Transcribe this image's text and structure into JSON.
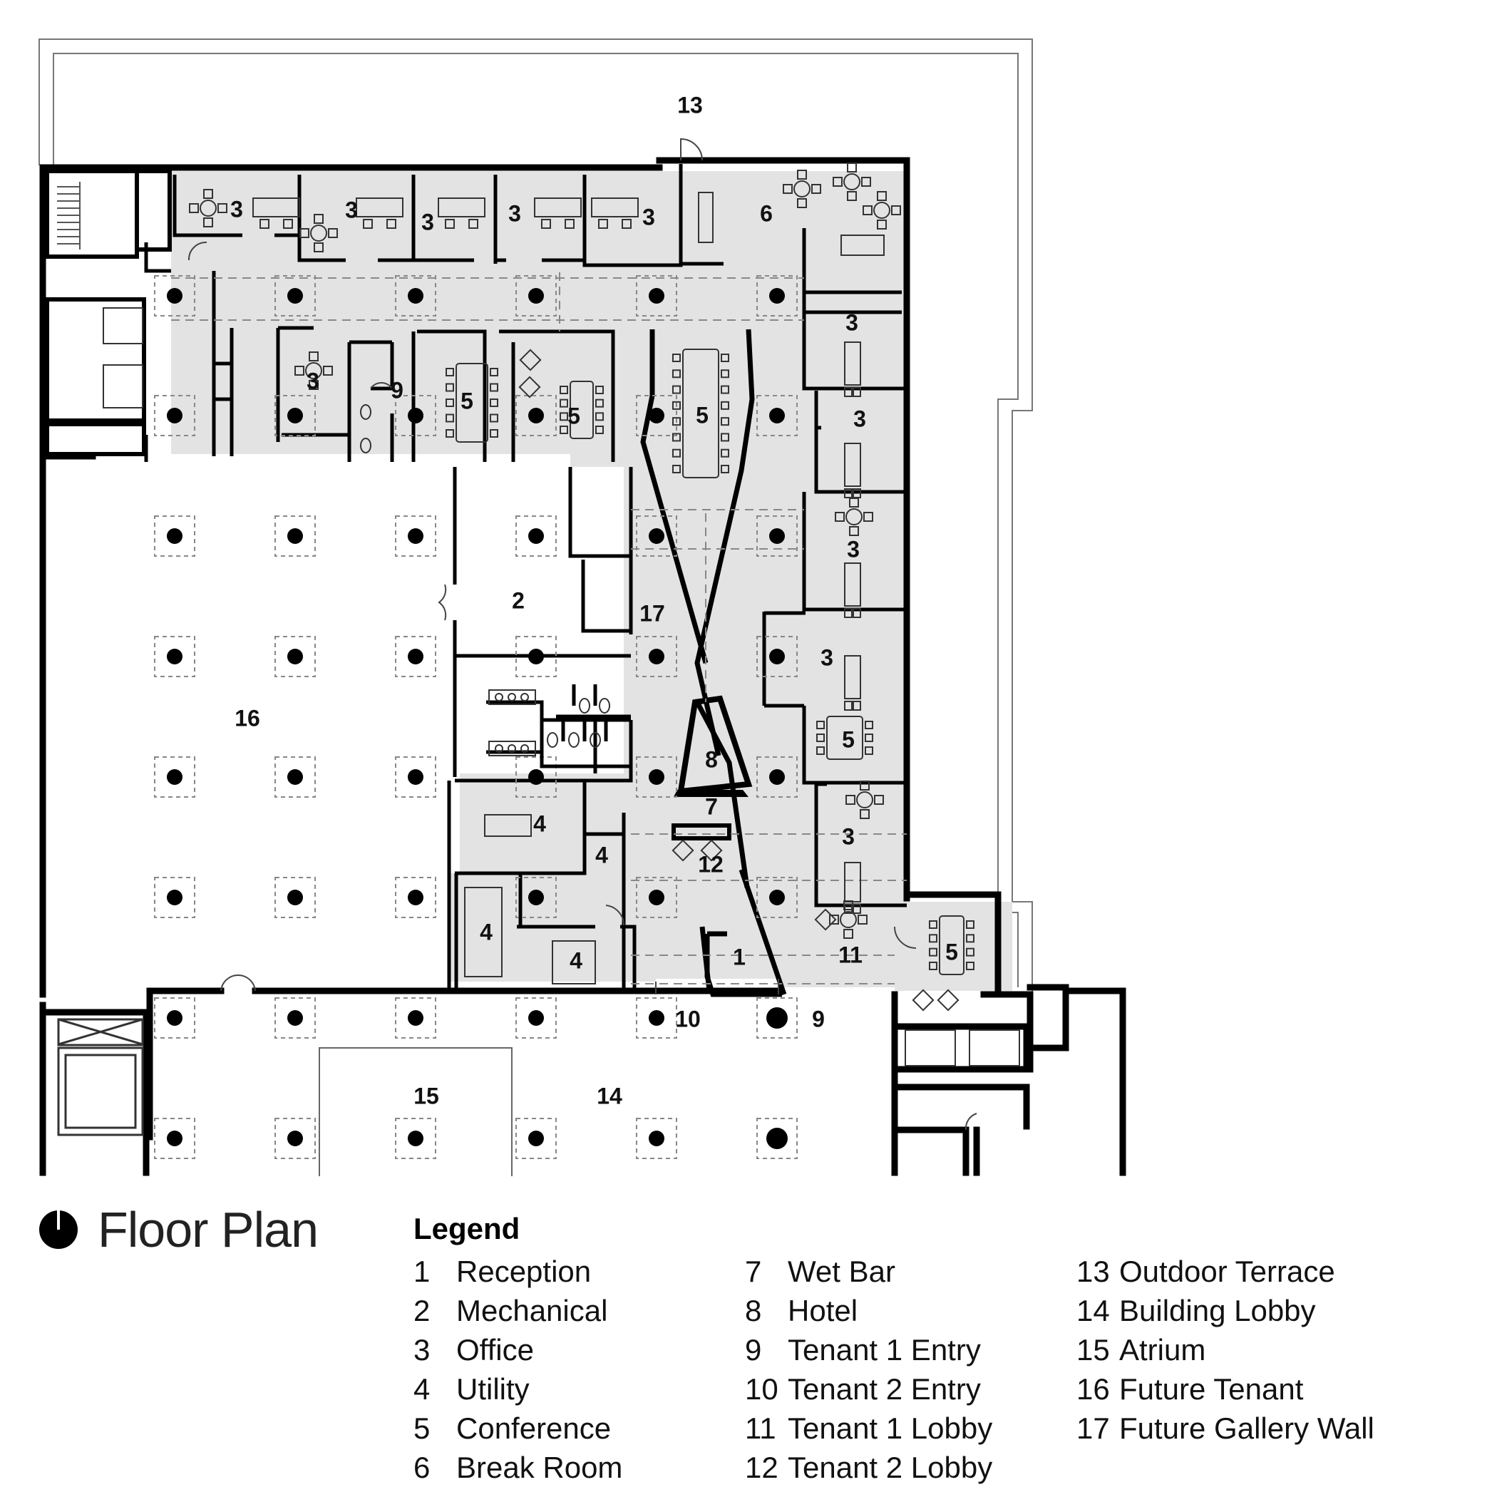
{
  "title": "Floor Plan",
  "legend": {
    "heading": "Legend",
    "columns": [
      [
        {
          "num": "1",
          "label": "Reception"
        },
        {
          "num": "2",
          "label": "Mechanical"
        },
        {
          "num": "3",
          "label": "Office"
        },
        {
          "num": "4",
          "label": "Utility"
        },
        {
          "num": "5",
          "label": "Conference"
        },
        {
          "num": "6",
          "label": "Break Room"
        }
      ],
      [
        {
          "num": "7",
          "label": "Wet Bar"
        },
        {
          "num": "8",
          "label": "Hotel"
        },
        {
          "num": "9",
          "label": "Tenant 1 Entry"
        },
        {
          "num": "10",
          "label": "Tenant 2 Entry"
        },
        {
          "num": "11",
          "label": "Tenant 1 Lobby"
        },
        {
          "num": "12",
          "label": "Tenant 2 Lobby"
        }
      ],
      [
        {
          "num": "13",
          "label": "Outdoor Terrace"
        },
        {
          "num": "14",
          "label": "Building Lobby"
        },
        {
          "num": "15",
          "label": "Atrium"
        },
        {
          "num": "16",
          "label": "Future Tenant"
        },
        {
          "num": "17",
          "label": "Future Gallery Wall"
        }
      ]
    ]
  },
  "room_labels": {
    "r13": "13",
    "r3a": "3",
    "r3b": "3",
    "r3c": "3",
    "r3d": "3",
    "r3e": "3",
    "r6": "6",
    "r3f": "3",
    "r9a": "9",
    "r5a": "5",
    "r5b": "5",
    "r5c": "5",
    "r3g": "3",
    "r3h": "3",
    "r3i": "3",
    "r3j": "3",
    "r3k": "3",
    "r5d": "5",
    "r5e": "5",
    "r2": "2",
    "r17": "17",
    "r16": "16",
    "r8": "8",
    "r7": "7",
    "r12": "12",
    "r4a": "4",
    "r4b": "4",
    "r4c": "4",
    "r4d": "4",
    "r1": "1",
    "r11": "11",
    "r10": "10",
    "r9b": "9",
    "r15": "15",
    "r14": "14"
  },
  "colors": {
    "wall": "#000000",
    "floor_fill": "#e3e3e3",
    "outline": "#777777",
    "dash": "#888888"
  }
}
